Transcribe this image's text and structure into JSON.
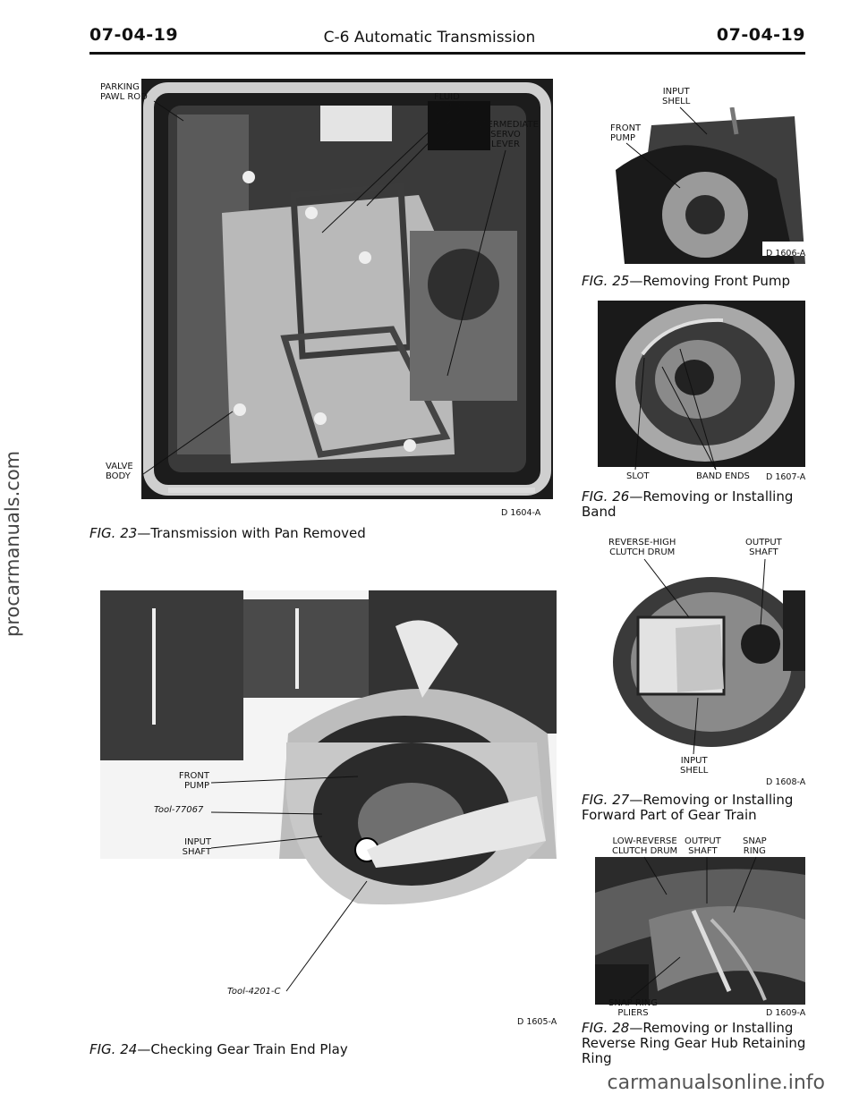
{
  "header": {
    "page_left": "07-04-19",
    "title": "C-6 Automatic Transmission",
    "page_right": "07-04-19"
  },
  "watermark": "procarmanuals.com",
  "footer_watermark": "carmanualsonline.info",
  "figures": [
    {
      "id": "fig23",
      "fig_label": "FIG. 23",
      "caption_text": "—Transmission with Pan Removed",
      "code": "D 1604-A",
      "labels": {
        "parking_pawl_rod": "PARKING\nPAWL ROD",
        "fluid_screen": "FLUID\nSCREEN",
        "intermediate_servo_lever": "INTERMEDIATE\nSERVO\nLEVER",
        "valve_body": "VALVE\nBODY"
      }
    },
    {
      "id": "fig24",
      "fig_label": "FIG. 24",
      "caption_text": "—Checking Gear Train End Play",
      "code": "D 1605-A",
      "labels": {
        "front_pump": "FRONT\nPUMP",
        "tool_77067": "Tool-77067",
        "input_shaft": "INPUT\nSHAFT",
        "tool_4201c": "Tool-4201-C"
      }
    },
    {
      "id": "fig25",
      "fig_label": "FIG. 25",
      "caption_text": "—Removing Front Pump",
      "code": "D 1606-A",
      "labels": {
        "input_shell": "INPUT\nSHELL",
        "front_pump": "FRONT\nPUMP"
      }
    },
    {
      "id": "fig26",
      "fig_label": "FIG. 26",
      "caption_text": "—Removing or Installing Band",
      "code": "D 1607-A",
      "labels": {
        "slot": "SLOT",
        "band_ends": "BAND ENDS"
      }
    },
    {
      "id": "fig27",
      "fig_label": "FIG. 27",
      "caption_text": "—Removing or Installing Forward Part of Gear Train",
      "code": "D 1608-A",
      "labels": {
        "reverse_high": "REVERSE-HIGH\nCLUTCH DRUM",
        "output_shaft": "OUTPUT\nSHAFT",
        "input_shell": "INPUT\nSHELL"
      }
    },
    {
      "id": "fig28",
      "fig_label": "FIG. 28",
      "caption_text": "—Removing or Installing Reverse Ring Gear Hub Retaining Ring",
      "code": "D 1609-A",
      "labels": {
        "low_reverse": "LOW-REVERSE\nCLUTCH DRUM",
        "output_shaft": "OUTPUT\nSHAFT",
        "snap_ring": "SNAP\nRING",
        "snap_ring_pliers": "SNAP RING\nPLIERS"
      }
    }
  ]
}
